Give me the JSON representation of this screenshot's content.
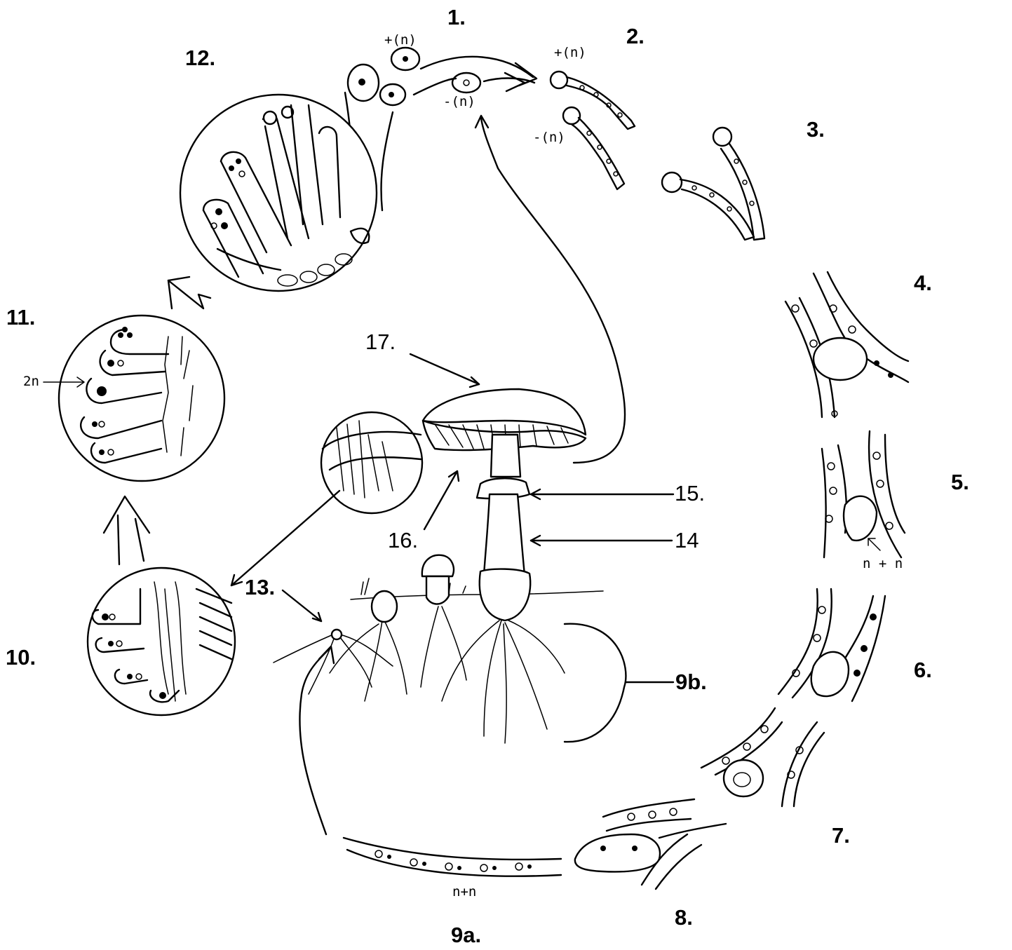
{
  "labels": {
    "l1": "1.",
    "l2": "2.",
    "l3": "3.",
    "l4": "4.",
    "l5": "5.",
    "l6": "6.",
    "l7": "7.",
    "l8": "8.",
    "l9a": "9a.",
    "l9b": "9b.",
    "l10": "10.",
    "l11": "11.",
    "l12": "12.",
    "l13": "13.",
    "l14": "14",
    "l15": "15.",
    "l16": "16.",
    "l17": "17."
  },
  "annotations": {
    "spore_plus_1": "+(n)",
    "spore_minus_1": "-(n)",
    "hypha_plus_2": "+(n)",
    "hypha_minus_2": "-(n)",
    "fusion_5": "n + n",
    "dikaryon_9a": "n+n",
    "diploid_11": "2n"
  }
}
